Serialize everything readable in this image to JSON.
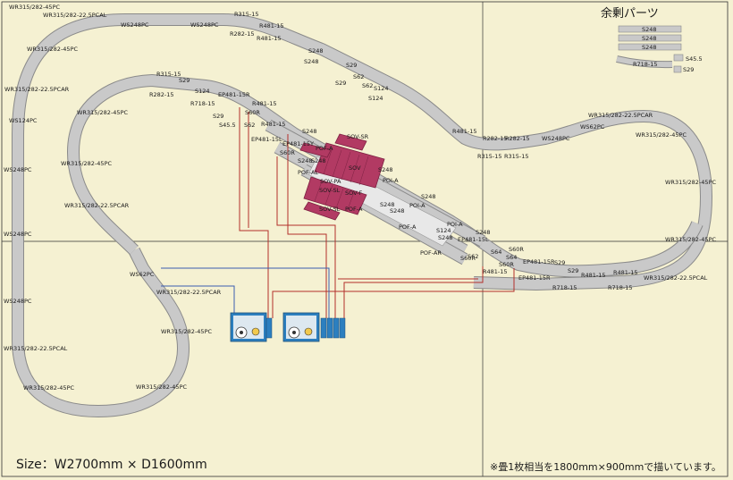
{
  "board": {
    "size_label": "Size：W2700mm × D1600mm",
    "note": "※畳1枚相当を1800mm×900mmで描いています。",
    "spare_title": "余剰パーツ"
  },
  "colors": {
    "board": "#f5f1d2",
    "track": "#c9c9c9",
    "track_edge": "#8a8a8a",
    "platform": "#b23a63",
    "platform_dark": "#7d2142",
    "wire_feeder": "#b2302b",
    "wire_control": "#3a5db0",
    "controller": "#2c7fbf"
  },
  "spare_parts": [
    "S248",
    "S248",
    "S248",
    "S45.5",
    "R718-15",
    "S29"
  ],
  "labels": [
    "WR315/282-22.5PCAL",
    "WS248PC",
    "WS248PC",
    "R315-15",
    "R282-15",
    "R481-15",
    "R481-15",
    "WR315/282-45PC",
    "S248",
    "S248",
    "S29",
    "S62",
    "S29",
    "S62",
    "S124",
    "S124",
    "WR315/282-22.5PCAR",
    "R315-15",
    "S29",
    "R282-15",
    "S124",
    "EP481-15R",
    "R481-15",
    "R718-15",
    "S60R",
    "S29",
    "S45.5",
    "R481-15",
    "S62",
    "S248",
    "WS124PC",
    "WR315/282-45PC",
    "EP481-15L",
    "EP481-15Y",
    "S60R",
    "S248",
    "S248",
    "POF-AL",
    "SOV-SR",
    "POF-A",
    "SOV",
    "S248",
    "SOV-PA",
    "POI-A",
    "SOV-SL",
    "SOV-F",
    "POF-A",
    "S248",
    "POI-A",
    "SOV-SL",
    "S248",
    "WS248PC",
    "WR315/282-45PC",
    "WR315/282-22.5PCAR",
    "S248",
    "R481-15",
    "R282-15",
    "R282-15",
    "WS248PC",
    "WS62PC",
    "R315-15",
    "R315-15",
    "WR315/282-22.5PCAR",
    "WR315/282-45PC",
    "WR315/282-45PC",
    "WR315/282-45PC",
    "POF-A",
    "POI-A",
    "S124",
    "S248",
    "EP481-15L",
    "S248",
    "S60R",
    "S64",
    "POF-AR",
    "S62",
    "S60R",
    "S60R",
    "S64",
    "EP481-15R",
    "R481-15",
    "EP481-15R",
    "S29",
    "S29",
    "R481-15",
    "R481-15",
    "R718-15",
    "R718-15",
    "WR315/282-22.5PCAL",
    "WS248PC",
    "WS248PC",
    "WS62PC",
    "WR315/282-22.5PCAR",
    "WR315/282-22.5PCAL",
    "WR315/282-45PC",
    "WR315/282-45PC",
    "WR315/282-45PC",
    "WR315/282-45PC"
  ]
}
